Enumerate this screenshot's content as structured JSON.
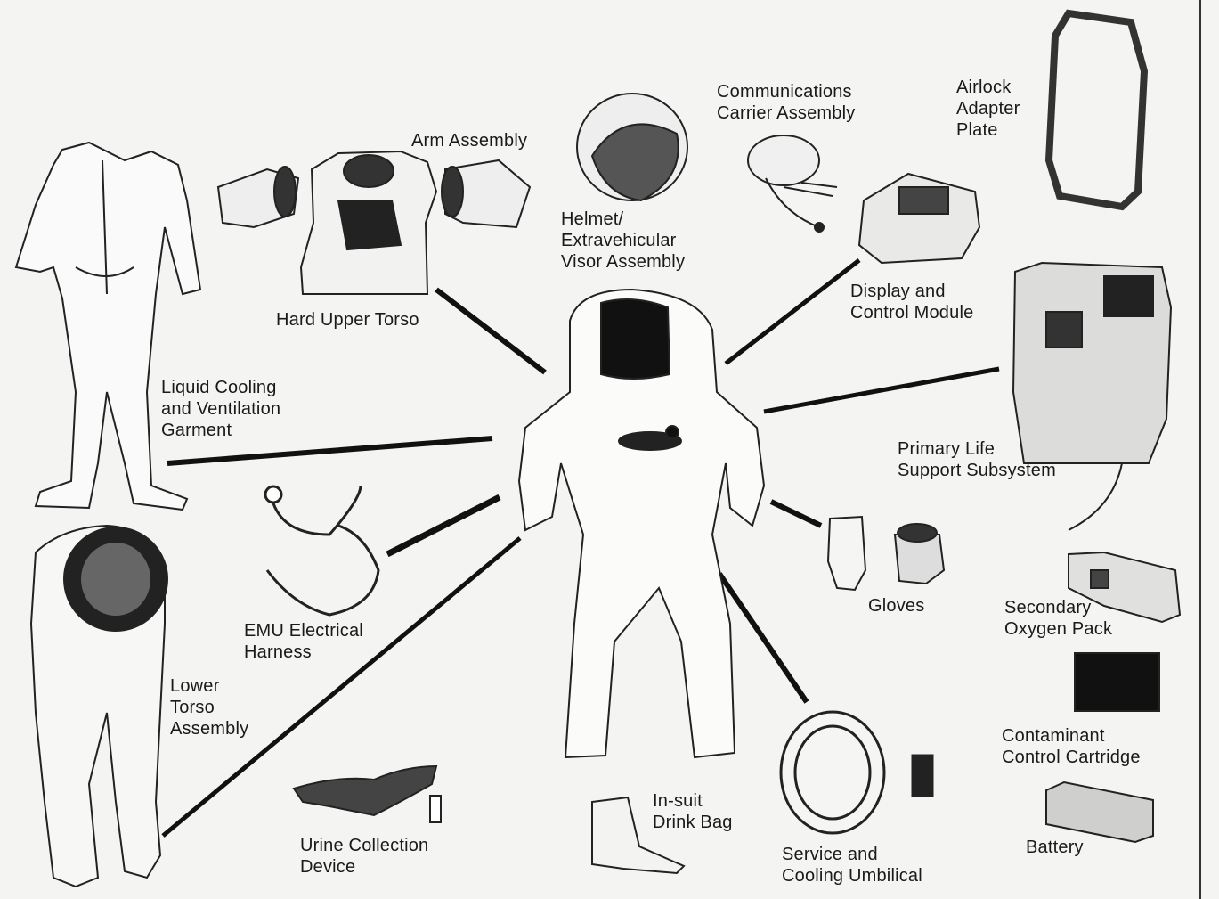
{
  "labels": {
    "arm_assembly": "Arm Assembly",
    "helmet": "Helmet/\nExtravehicular\nVisor Assembly",
    "communications": "Communications\nCarrier Assembly",
    "airlock": "Airlock\nAdapter\nPlate",
    "hard_upper_torso": "Hard Upper Torso",
    "display_control": "Display and\nControl Module",
    "liquid_cooling": "Liquid Cooling\nand Ventilation\nGarment",
    "primary_life": "Primary Life\nSupport Subsystem",
    "emu_harness": "EMU Electrical\nHarness",
    "gloves": "Gloves",
    "secondary_oxygen": "Secondary\nOxygen Pack",
    "lower_torso": "Lower\nTorso\nAssembly",
    "contaminant": "Contaminant\nControl Cartridge",
    "urine": "Urine Collection\nDevice",
    "drink_bag": "In-suit\nDrink Bag",
    "umbilical": "Service and\nCooling Umbilical",
    "battery": "Battery"
  }
}
